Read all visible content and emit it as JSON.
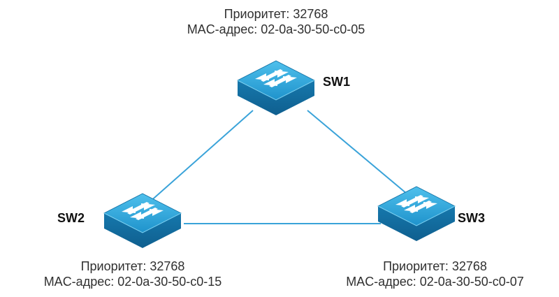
{
  "switches": {
    "sw1": {
      "name": "SW1",
      "priority_line": "Приоритет: 32768",
      "mac_line": "MAC-адрес: 02-0a-30-50-c0-05"
    },
    "sw2": {
      "name": "SW2",
      "priority_line": "Приоритет: 32768",
      "mac_line": "MAC-адрес: 02-0a-30-50-c0-15"
    },
    "sw3": {
      "name": "SW3",
      "priority_line": "Приоритет: 32768",
      "mac_line": "MAC-адрес: 02-0a-30-50-c0-07"
    }
  },
  "colors": {
    "link": "#3aa3d9",
    "switch_top": "#2aa1d6",
    "switch_side": "#1478ad",
    "arrow": "#ffffff"
  }
}
